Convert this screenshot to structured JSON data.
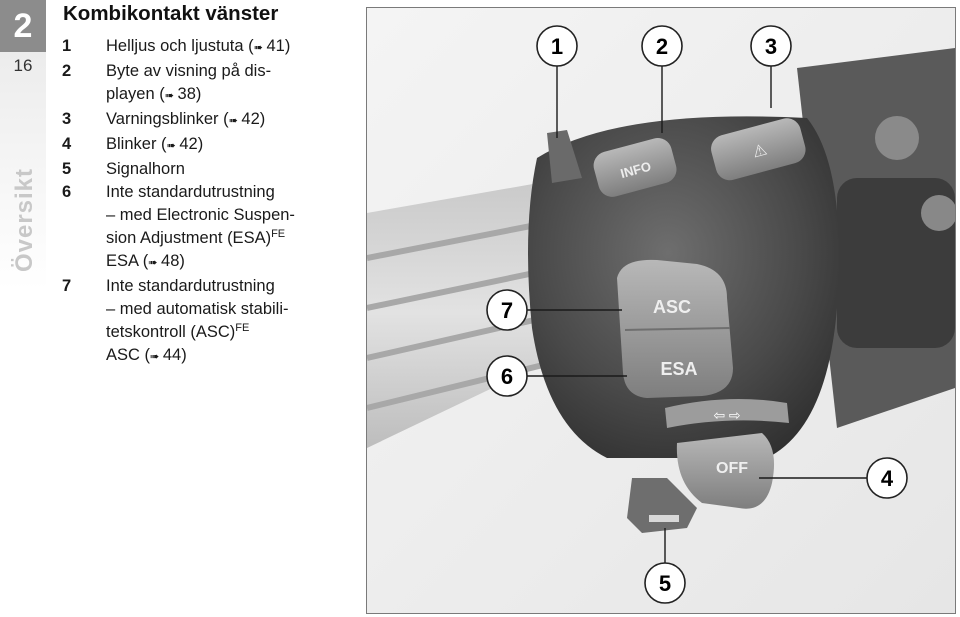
{
  "chapter": {
    "number": "2",
    "page": "16",
    "section": "Översikt"
  },
  "heading": "Kombikontakt vänster",
  "ref_arrow": "➠",
  "legend": [
    {
      "num": "1",
      "text": "Helljus och ljustuta",
      "ref": "41"
    },
    {
      "num": "2",
      "text": "Byte av visning på dis-",
      "text2": "playen",
      "ref": "38"
    },
    {
      "num": "3",
      "text": "Varningsblinker",
      "ref": "42"
    },
    {
      "num": "4",
      "text": "Blinker",
      "ref": "42"
    },
    {
      "num": "5",
      "text": "Signalhorn"
    },
    {
      "num": "6",
      "text": "Inte standardutrustning",
      "line2": "– med Electronic Suspen-",
      "line3": "sion Adjustment (ESA)",
      "sup": "FE",
      "line4": "ESA",
      "ref": "48"
    },
    {
      "num": "7",
      "text": "Inte standardutrustning",
      "line2": "– med automatisk stabili-",
      "line3": "tetskontroll (ASC)",
      "sup": "FE",
      "line4": "ASC",
      "ref": "44"
    }
  ],
  "figure": {
    "buttons": {
      "info": "INFO",
      "asc": "ASC",
      "esa": "ESA",
      "off": "OFF",
      "hazard": "⚠",
      "indicator": "⇦ ⇨"
    },
    "callouts": [
      "1",
      "2",
      "3",
      "4",
      "5",
      "6",
      "7"
    ]
  },
  "colors": {
    "tab_gray": "#8c8c8c",
    "section_text": "#c8c8c8",
    "button_gray": "#9a9a9a"
  }
}
